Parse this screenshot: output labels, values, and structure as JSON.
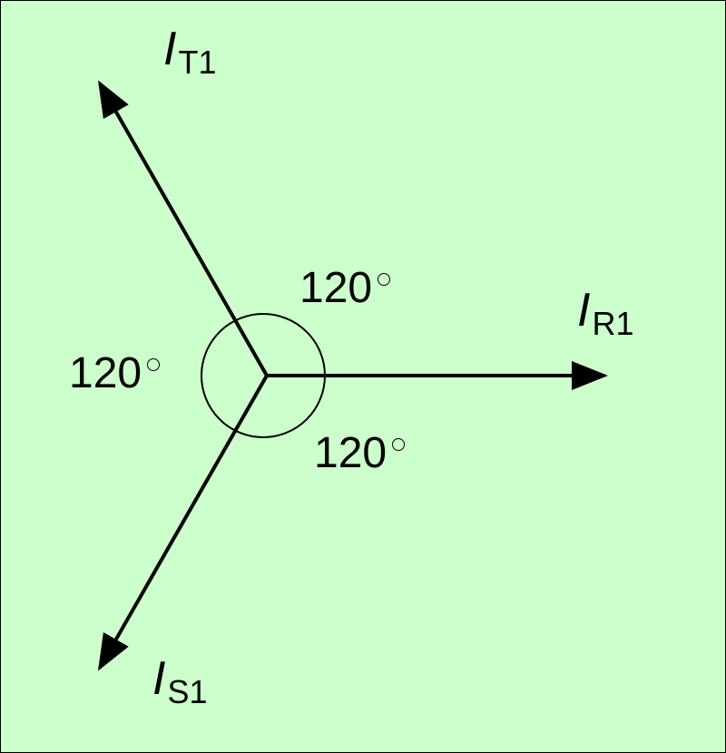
{
  "colors": {
    "background": "#ccffcc",
    "stroke": "#000000"
  },
  "phasors": [
    {
      "id": "R",
      "symbol": "I",
      "subscript": "R1",
      "angle_deg": 0
    },
    {
      "id": "T",
      "symbol": "I",
      "subscript": "T1",
      "angle_deg": 120
    },
    {
      "id": "S",
      "symbol": "I",
      "subscript": "S1",
      "angle_deg": 240
    }
  ],
  "angles": [
    {
      "value": "120",
      "unit_icon": "degree-circle-icon"
    },
    {
      "value": "120",
      "unit_icon": "degree-circle-icon"
    },
    {
      "value": "120",
      "unit_icon": "degree-circle-icon"
    }
  ]
}
